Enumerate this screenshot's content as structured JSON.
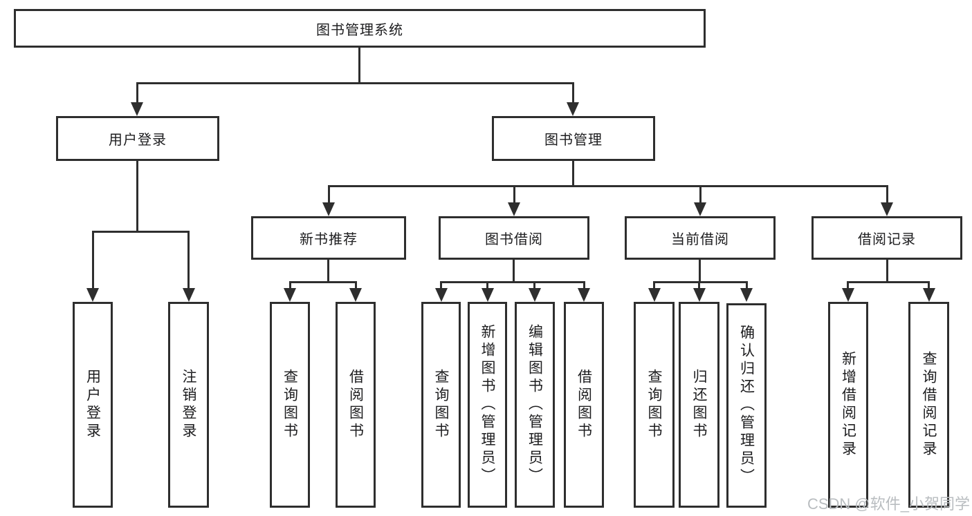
{
  "diagram": {
    "type": "hierarchy-tree",
    "orientation": "top-down"
  },
  "tree": {
    "label": "图书管理系统",
    "children": [
      {
        "label": "用户登录",
        "children": [
          {
            "label": "用户登录"
          },
          {
            "label": "注销登录"
          }
        ]
      },
      {
        "label": "图书管理",
        "children": [
          {
            "label": "新书推荐",
            "children": [
              {
                "label": "查询图书"
              },
              {
                "label": "借阅图书"
              }
            ]
          },
          {
            "label": "图书借阅",
            "children": [
              {
                "label": "查询图书"
              },
              {
                "label": "新增图书（管理员）"
              },
              {
                "label": "编辑图书（管理员）"
              },
              {
                "label": "借阅图书"
              }
            ]
          },
          {
            "label": "当前借阅",
            "children": [
              {
                "label": "查询图书"
              },
              {
                "label": "归还图书"
              },
              {
                "label": "确认归还（管理员）"
              }
            ]
          },
          {
            "label": "借阅记录",
            "children": [
              {
                "label": "新增借阅记录"
              },
              {
                "label": "查询借阅记录"
              }
            ]
          }
        ]
      }
    ]
  },
  "watermark": "CSDN @软件_小贺同学",
  "colors": {
    "line": "#2e2e2e",
    "text": "#1d1d1f",
    "background": "#ffffff",
    "watermark": "#b9bdc0"
  }
}
